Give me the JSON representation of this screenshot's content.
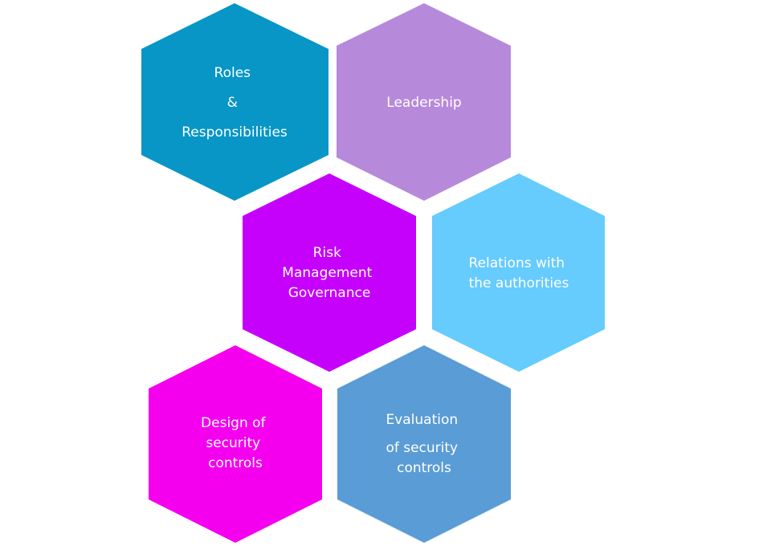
{
  "hexagons": [
    {
      "id": "roles-responsibilities",
      "color": "#0796c6",
      "lines": [
        "Roles",
        "&",
        "Responsibilities"
      ]
    },
    {
      "id": "leadership",
      "color": "#b789da",
      "lines": [
        "Leadership"
      ]
    },
    {
      "id": "risk-management-governance",
      "color": "#c500fb",
      "lines": [
        "Risk",
        "Management",
        "Governance"
      ]
    },
    {
      "id": "relations-authorities",
      "color": "#66cbfd",
      "lines": [
        "Relations with",
        "the authorities"
      ]
    },
    {
      "id": "design-security-controls",
      "color": "#f500ef",
      "lines": [
        "Design of",
        "security",
        "controls"
      ]
    },
    {
      "id": "evaluation-security-controls",
      "color": "#5a9cd6",
      "lines": [
        "Evaluation",
        "of security",
        "controls"
      ]
    }
  ]
}
